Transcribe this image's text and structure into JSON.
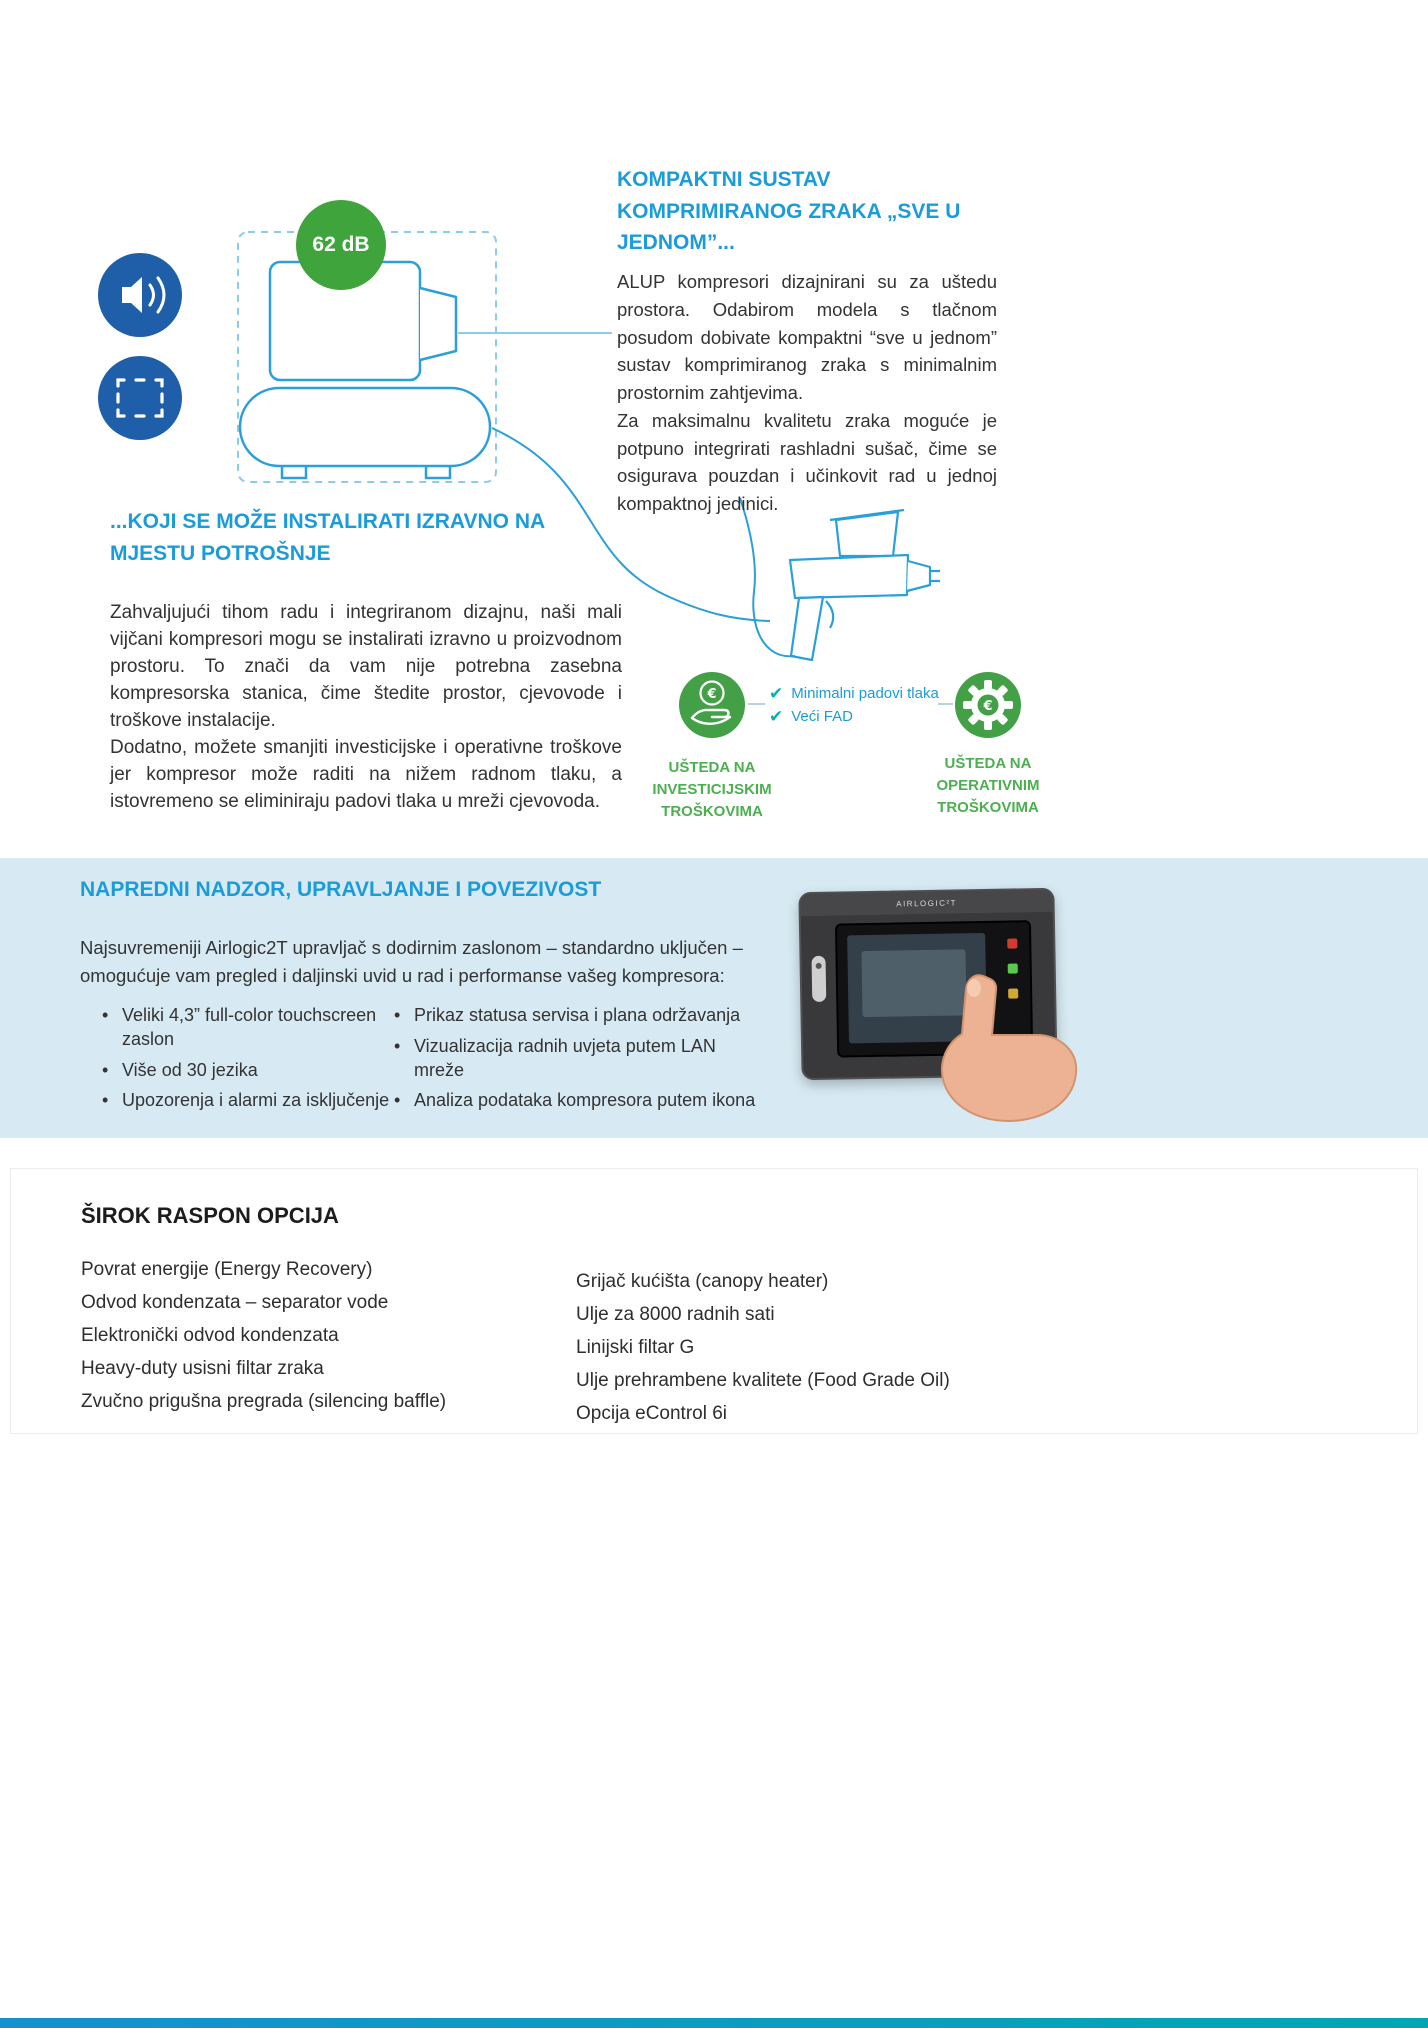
{
  "colors": {
    "accent_blue": "#1b9cd8",
    "dark_blue": "#1f5fa9",
    "green": "#43a047",
    "green_label": "#4caf50",
    "teal_check": "#00b3b5",
    "band_background": "#d7eaf3",
    "body_text": "#333333"
  },
  "icons": {
    "checkmark": "✔"
  },
  "intro": {
    "badge": "62 dB",
    "heading_right": "KOMPAKTNI SUSTAV KOMPRIMIRANOG ZRAKA „SVE U JEDNOM”...",
    "para1": "ALUP kompresori dizajnirani su za uštedu prostora. Odabirom modela s tlačnom posudom dobivate kompaktni “sve u jednom” sustav komprimiranog zraka s minimalnim prostornim zahtjevima.",
    "para2": "Za maksimalnu kvalitetu zraka moguće je potpuno integrirati rashladni sušač, čime se osigurava pouzdan i učinkovit rad u jednoj kompaktnoj jedinici.",
    "heading_left": "...KOJI SE MOŽE INSTALIRATI IZRAVNO NA MJESTU POTROŠNJE",
    "para3": "Zahvaljujući tihom radu i integriranom dizajnu, naši mali vijčani kompresori mogu se instalirati izravno u proizvodnom prostoru. To znači da vam nije potrebna zasebna kompresorska stanica, čime štedite prostor, cjevovode i troškove instalacije.",
    "para4": "Dodatno, možete smanjiti investicijske i operativne troškove jer kompresor može raditi na nižem radnom tlaku, a istovremeno se eliminiraju padovi tlaka u mreži cjevovoda."
  },
  "benefits": {
    "check1": "Minimalni padovi tlaka",
    "check2": "Veći FAD",
    "label_left": "UŠTEDA NA INVESTICIJSKIM TROŠKOVIMA",
    "label_right": "UŠTEDA NA OPERATIVNIM TROŠKOVIMA"
  },
  "monitoring": {
    "heading": "NAPREDNI NADZOR, UPRAVLJANJE I POVEZIVOST",
    "intro": "Najsuvremeniji Airlogic2T upravljač s dodirnim zaslonom – standardno uključen – omogućuje vam pregled i daljinski uvid u rad i performanse vašeg kompresora:",
    "bullets_left": [
      "Veliki 4,3” full-color touchscreen zaslon",
      "Više od 30 jezika",
      "Upozorenja i alarmi za isključenje"
    ],
    "bullets_right": [
      "Prikaz statusa servisa i plana održavanja",
      "Vizualizacija radnih uvjeta putem LAN mreže",
      "Analiza podataka kompresora putem ikona"
    ],
    "device_label": "AIRLOGIC²T"
  },
  "options": {
    "heading": "ŠIROK RASPON OPCIJA",
    "left": [
      "Povrat energije (Energy Recovery)",
      "Odvod kondenzata – separator vode",
      "Elektronički odvod kondenzata",
      "Heavy-duty usisni filtar zraka",
      "Zvučno prigušna pregrada (silencing baffle)"
    ],
    "right": [
      "Grijač kućišta (canopy heater)",
      "Ulje za 8000 radnih sati",
      "Linijski filtar G",
      "Ulje prehrambene kvalitete (Food Grade Oil)",
      "Opcija eControl 6i"
    ]
  }
}
